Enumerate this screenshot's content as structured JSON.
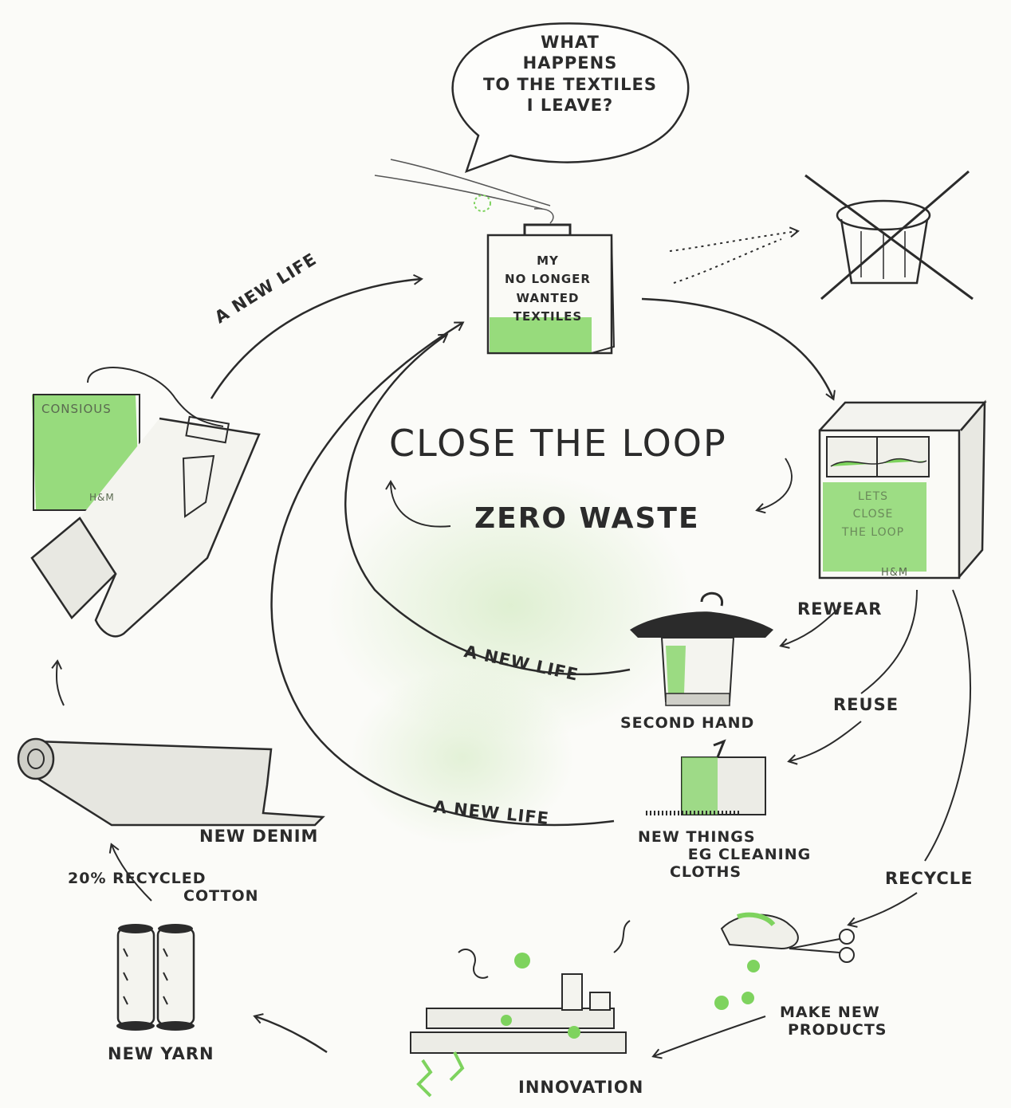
{
  "bubble": {
    "line1": "WHAT",
    "line2": "HAPPENS",
    "line3": "TO THE TEXTILES",
    "line4": "I LEAVE?"
  },
  "bag": {
    "line1": "MY",
    "line2": "NO LONGER",
    "line3": "WANTED",
    "line4": "TEXTILES"
  },
  "center": {
    "title": "CLOSE THE LOOP",
    "subtitle": "ZERO WASTE"
  },
  "box": {
    "line1": "LETS",
    "line2": "CLOSE",
    "line3": "THE LOOP",
    "brand": "H&M"
  },
  "jeans": {
    "tag": "CONSIOUS",
    "brand": "H&M"
  },
  "arrows": {
    "new_life_top": "A NEW LIFE",
    "new_life_middle": "A NEW LIFE",
    "new_life_bottom": "A NEW LIFE"
  },
  "steps": {
    "rewear": "REWEAR",
    "second_hand": "SECOND HAND",
    "reuse": "REUSE",
    "new_things_1": "NEW THINGS",
    "new_things_2": "EG CLEANING",
    "new_things_3": "CLOTHS",
    "recycle": "RECYCLE",
    "make_new_1": "MAKE NEW",
    "make_new_2": "PRODUCTS",
    "innovation": "INNOVATION",
    "new_yarn": "NEW YARN",
    "recycled_1": "20% RECYCLED",
    "recycled_2": "COTTON",
    "new_denim": "NEW DENIM"
  },
  "colors": {
    "ink": "#2b2b2b",
    "green": "#7ed35e",
    "wash": "#c9e6b4",
    "bg": "#fbfbf8"
  }
}
